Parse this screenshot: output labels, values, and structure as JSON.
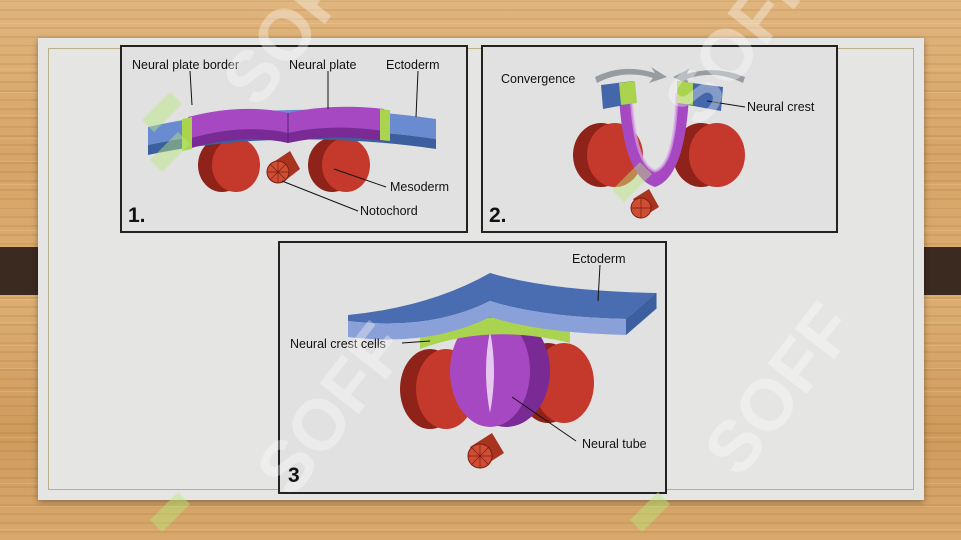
{
  "panel1": {
    "number": "1.",
    "labels": {
      "neural_plate_border": "Neural plate border",
      "neural_plate": "Neural plate",
      "ectoderm": "Ectoderm",
      "mesoderm": "Mesoderm",
      "notochord": "Notochord"
    }
  },
  "panel2": {
    "number": "2.",
    "labels": {
      "convergence": "Convergence",
      "neural_crest": "Neural crest"
    }
  },
  "panel3": {
    "number": "3",
    "labels": {
      "ectoderm": "Ectoderm",
      "neural_crest_cells": "Neural crest cells",
      "neural_tube": "Neural tube"
    }
  },
  "watermark": {
    "text": "SOFF"
  },
  "colors": {
    "ectoderm_blue": "#3d62a8",
    "neural_plate_purple": "#9a35b6",
    "neural_crest_green": "#a8d24a",
    "mesoderm_red": "#c0362b",
    "notochord_red": "#c84b2f"
  }
}
